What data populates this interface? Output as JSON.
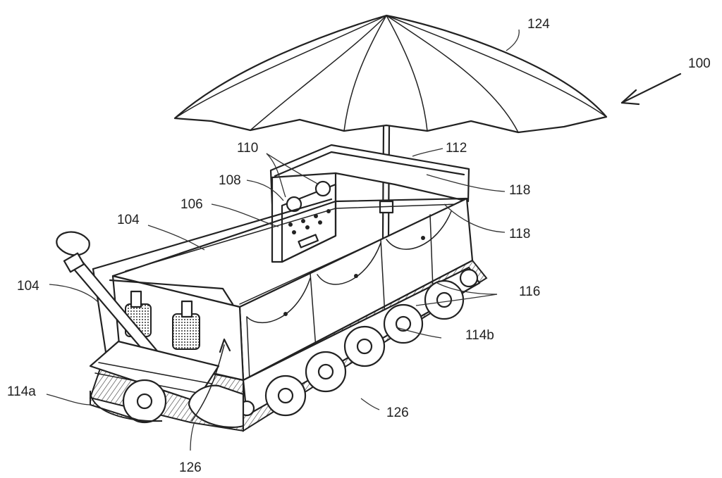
{
  "figure": {
    "labels": {
      "l100": "100",
      "l124": "124",
      "l110": "110",
      "l112": "112",
      "l108": "108",
      "l106": "106",
      "l104a": "104",
      "l104b": "104",
      "l118a": "118",
      "l118b": "118",
      "l116": "116",
      "l114b": "114b",
      "l114a": "114a",
      "l126a": "126",
      "l126b": "126"
    }
  }
}
